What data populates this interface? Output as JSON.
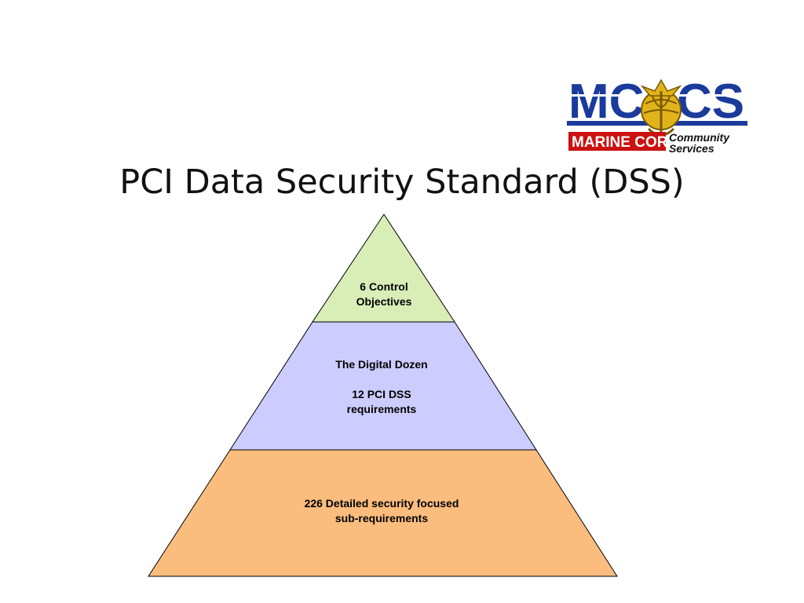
{
  "slide": {
    "title": "PCI Data Security Standard (DSS)"
  },
  "logo": {
    "letters_left": "MC",
    "letters_right": "CS",
    "line1": "MARINE CORPS",
    "line2a": "Community",
    "line2b": "Services",
    "colors": {
      "blue": "#1a3a9c",
      "red": "#cc1111",
      "gold": "#e0b31a"
    }
  },
  "pyramid": {
    "tiers": [
      {
        "lines": [
          "6 Control",
          "Objectives"
        ],
        "fill": "#d9edb7"
      },
      {
        "heading": "The Digital Dozen",
        "lines": [
          "12 PCI DSS",
          "requirements"
        ],
        "fill": "#ccccff"
      },
      {
        "lines": [
          "226 Detailed security focused",
          "sub-requirements"
        ],
        "fill": "#fbbd7e"
      }
    ]
  }
}
